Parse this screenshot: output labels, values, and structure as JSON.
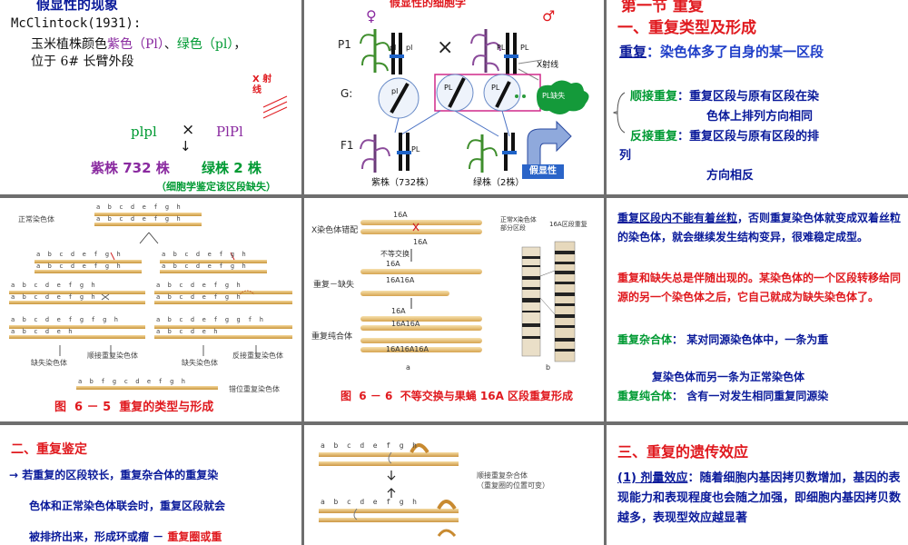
{
  "p1": {
    "heading": "假显性的现象",
    "author": "McClintock(1931):",
    "line1_pre": "玉米植株颜色",
    "line1_purple": "紫色（Pl）",
    "line1_sep": "、",
    "line1_green": "绿色（pl）",
    "line1_post": "，",
    "line2": "位于 6# 长臂外段",
    "xray": "X 射\n线",
    "cross_left": "plpl",
    "cross_x": "×",
    "cross_right": "PlPl",
    "arrow": "↓",
    "purple_count": "紫株 732 株",
    "green_count": "绿株 2 株",
    "note": "（细胞学鉴定该区段缺失）"
  },
  "p2": {
    "top_title": "假显性的细胞学",
    "female": "♀",
    "male": "♂",
    "row_p1": "P1",
    "row_g": "G:",
    "row_f1": "F1",
    "chrom_pl": "pl",
    "chrom_PL": "PL",
    "cross": "×",
    "xray": "X射线",
    "pl_loss": "PL缺失",
    "purple_plant": "紫株（732株）",
    "green_plant": "绿株（2株）",
    "pseudo": "假显性"
  },
  "p3": {
    "heading_top": "第一节  重复",
    "section": "一、重复类型及形成",
    "def_term": "重复",
    "def_text": "：染色体多了自身的某一区段",
    "tandem_term": "顺接重复",
    "tandem_text": "：重复区段与原有区段在染",
    "tandem_text2": "色体上排列方向相同",
    "reverse_term": "反接重复",
    "reverse_text": "：重复区段与原有区段的排",
    "reverse_text2": "列",
    "reverse_text3": "方向相反"
  },
  "p4": {
    "normal": "正常染色体",
    "deletion": "缺失染色体",
    "tandem_dup": "顺接重复染色体",
    "deletion2": "缺失染色体",
    "reverse_dup": "反接重复染色体",
    "displaced": "错位重复染色体",
    "caption": "图  6 － 5  重复的类型与形成",
    "seq_normal": "a  b  c  d  e  f  g  h",
    "seq_dup": "a  b  c  d  e  f  g  f  g  h",
    "seq_del": "a  b  c  d  e  h",
    "seq_rev": "a  b  c  d  e  f  g  g  f  h",
    "seq_disp": "a  b  f  g  c  d  e  f  g  h"
  },
  "p5": {
    "label_x": "X染色体错配",
    "label_unequal": "不等交换",
    "label_dupdel": "重复－缺失",
    "label_homo": "重复纯合体",
    "band16A": "16A",
    "band16A16A": "16A16A",
    "band16A16A16A": "16A16A16A",
    "normal_x": "正常X染色体\n部分区段",
    "dup_16a": "16A区段重复",
    "sub_a": "a",
    "sub_b": "b",
    "caption": "图  6 － 6  不等交换与果蝇 16A 区段重复形成"
  },
  "p6": {
    "para1a": "重复区段内不能有着丝粒",
    "para1b": "，否则重复染色体就变成双着丝粒的染色体，就会继续发生结构变异，很难稳定成型。",
    "para2": "重复和缺失总是伴随出现的。某染色体的一个区段转移给同源的另一个染色体之后，它自己就成为缺失染色体了。",
    "het_term": "重复杂合体",
    "het_text": "： 某对同源染色体中，一条为重",
    "het_text2": "复染色体而另一条为正常染色体",
    "hom_term": "重复纯合体",
    "hom_text": "： 含有一对发生相同重复同源染"
  },
  "p7": {
    "section": "二、重复鉴定",
    "line1": "→ 若重复的区段较长，重复杂合体的重复染",
    "line2": "色体和正常染色体联会时，重复区段就会",
    "line3_pre": "被排挤出来，形成环或瘤 － ",
    "line3_red": "重复圈或重"
  },
  "p8": {
    "seq_a": "a  b  c  d  e  f  g  h",
    "note": "顺接重复杂合体\n（重复圈的位置可变）"
  },
  "p9": {
    "section": "三、重复的遗传效应",
    "term": "(1) 剂量效应",
    "text": "：随着细胞内基因拷贝数增加，基因的表现能力和表现程度也会随之加强，即细胞内基因拷贝数越多，表现型效应越显著"
  }
}
